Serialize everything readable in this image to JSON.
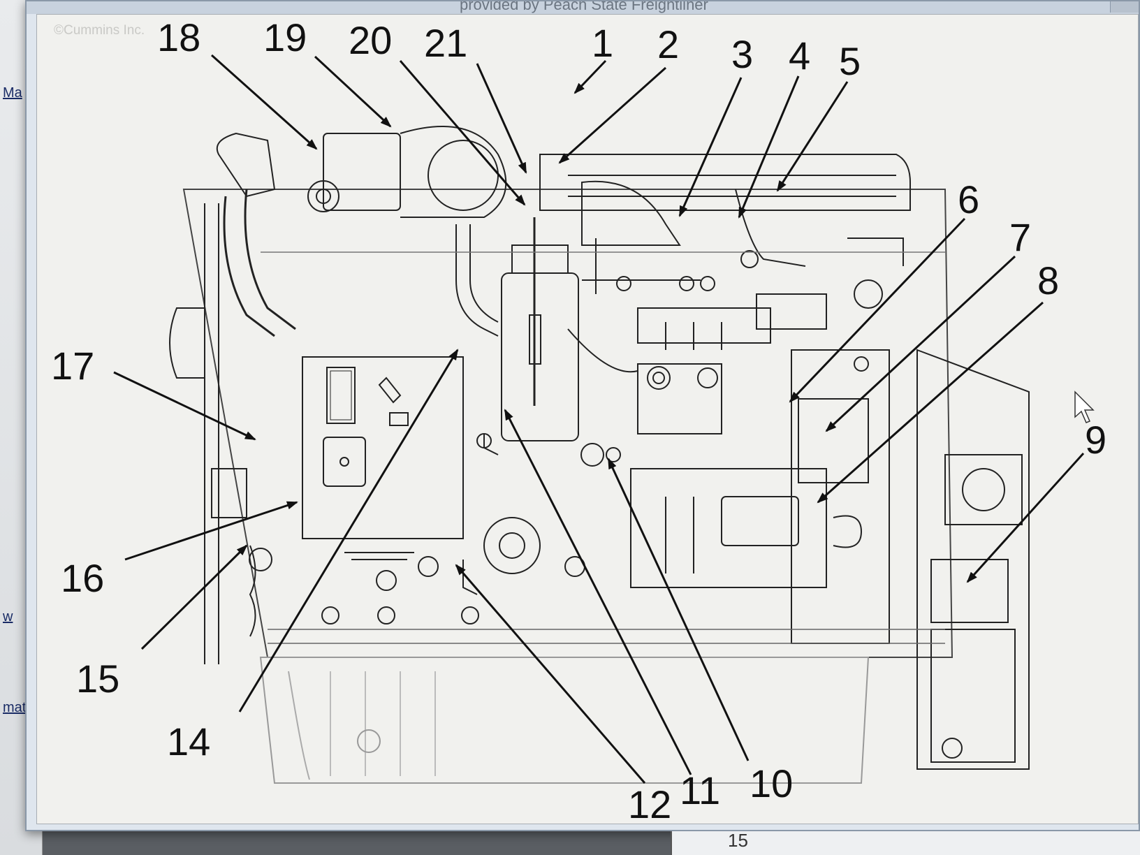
{
  "window": {
    "title": "provided by Peach State Freightliner"
  },
  "sidebar_links": [
    "Ma",
    "w",
    "mat)"
  ],
  "diagram": {
    "watermark": "©Cummins Inc.",
    "callouts": [
      "1",
      "2",
      "3",
      "4",
      "5",
      "6",
      "7",
      "8",
      "9",
      "10",
      "11",
      "12",
      "14",
      "15",
      "16",
      "17",
      "18",
      "19",
      "20",
      "21"
    ],
    "bottom_partial_label": "15"
  }
}
